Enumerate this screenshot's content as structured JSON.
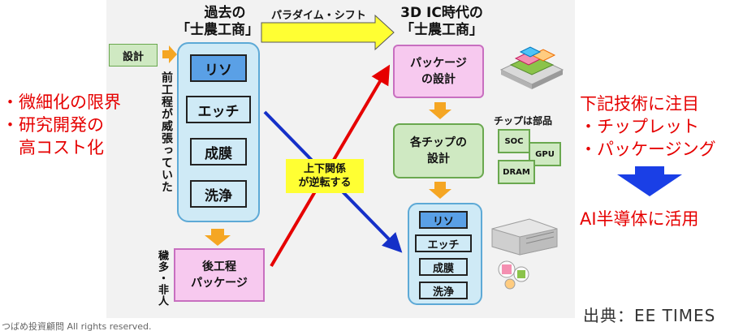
{
  "left_notes": [
    "・微細化の限界",
    "・研究開発の",
    "　高コスト化"
  ],
  "past": {
    "heading_line1": "過去の",
    "heading_line2": "「士農工商」",
    "design_label": "設計",
    "front_end_vertical": "前工程が威張っていた",
    "front_end_steps": [
      "リソ",
      "エッチ",
      "成膜",
      "洗浄"
    ],
    "back_end_vertical": "穢多・非人",
    "back_end_line1": "後工程",
    "back_end_line2": "パッケージ"
  },
  "shift": {
    "label": "パラダイム・シフト",
    "reversal_line1": "上下関係",
    "reversal_line2": "が逆転する"
  },
  "ic3d": {
    "heading_line1": "3D IC時代の",
    "heading_line2": "「士農工商」",
    "package_design_line1": "パッケージ",
    "package_design_line2": "の設計",
    "chip_design_line1": "各チップの",
    "chip_design_line2": "設計",
    "chip_parts_label": "チップは部品",
    "chips": [
      "SOC",
      "GPU",
      "DRAM"
    ],
    "process_steps": [
      "リソ",
      "エッチ",
      "成膜",
      "洗浄"
    ]
  },
  "right_notes": {
    "title": "下記技術に注目",
    "items": [
      "・チップレット",
      "・パッケージング"
    ],
    "conclusion": "AI半導体に活用"
  },
  "source": "出典：EE TIMES",
  "copyright": "つばめ投資顧問 All rights reserved.",
  "colors": {
    "red": "#e60000",
    "light_blue": "#cfeaf6",
    "pink": "#f7c9ef",
    "green": "#cfe9c2",
    "blue_box": "#5aa0e6",
    "arrow_orange": "#f5a623",
    "arrow_yellow": "#ffff33",
    "blue_arrow": "#1530c8"
  }
}
